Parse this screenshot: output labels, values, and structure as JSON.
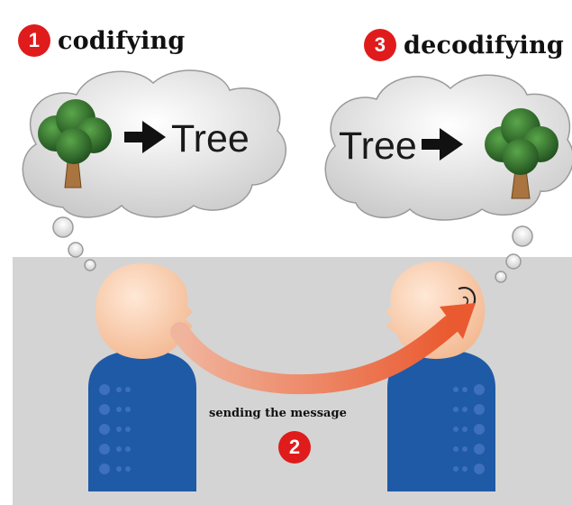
{
  "steps": [
    {
      "number": "1",
      "label": "codifying"
    },
    {
      "number": "2",
      "label": "sending the message"
    },
    {
      "number": "3",
      "label": "decodifying"
    }
  ],
  "sender_thought": {
    "icon": "tree-icon",
    "word": "Tree"
  },
  "receiver_thought": {
    "icon": "tree-icon",
    "word": "Tree"
  },
  "colors": {
    "badge": "#e01b1b",
    "floor": "#d4d4d4",
    "head": "#f6c6a4",
    "body": "#1f5aa6",
    "message_arrow": "#ec6a47",
    "tree_leaves": "#2e6b2a",
    "trunk": "#a9743f"
  }
}
